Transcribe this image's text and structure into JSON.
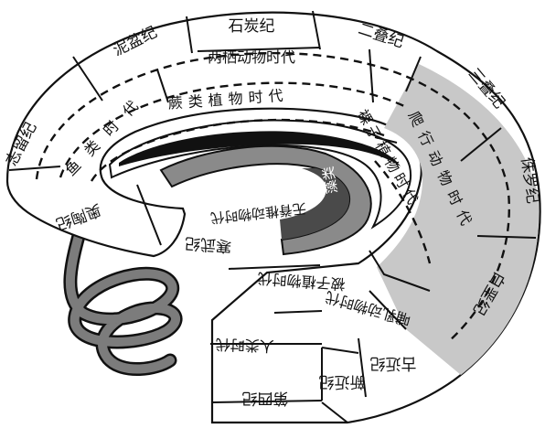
{
  "periods": {
    "cambrian": "寒武纪",
    "ordovician": "奥陶纪",
    "silurian": "志留纪",
    "devonian": "泥盆纪",
    "carboniferous": "石炭纪",
    "permian": "二叠纪",
    "triassic": "三叠纪",
    "jurassic": "侏罗纪",
    "cretaceous": "白垩纪",
    "paleogene": "古近纪",
    "neogene": "新近纪",
    "quaternary": "第四纪"
  },
  "animal_eras": {
    "invertebrate": "无脊椎动物时代",
    "fish": "鱼类时代",
    "amphibian": "两栖动物时代",
    "reptile": "爬行动物时代",
    "mammal": "哺乳动物时代",
    "human": "人类时代"
  },
  "plant_eras": {
    "algae": "藻类",
    "fern": "蕨类植物时代",
    "gymnosperm": "裸子植物时代",
    "angiosperm": "被子植物时代"
  },
  "colors": {
    "ink": "#111111",
    "band_light": "#ffffff",
    "band_shaded": "#c8c8c8",
    "tail_fill": "#8a8a8a",
    "tail_dark": "#3c3c3c"
  }
}
